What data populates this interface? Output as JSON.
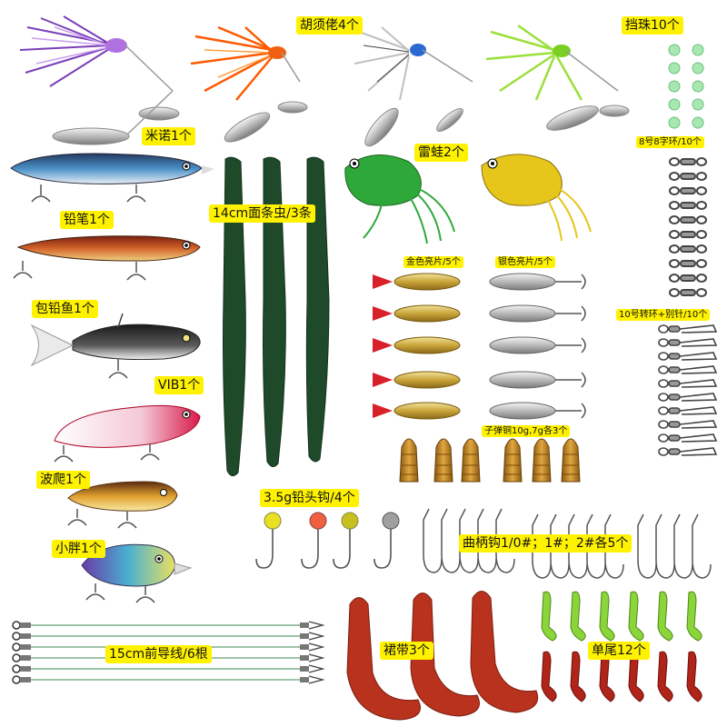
{
  "labels": {
    "spinnerbait": "胡须佬4个",
    "beads": "挡珠10个",
    "minnow": "米诺1个",
    "frog": "雷蛙2个",
    "swivel8": "8号8字环/10个",
    "worm": "14cm面条虫/3条",
    "pencil": "铅笔1个",
    "gold_spoon": "金色亮片/5个",
    "silver_spoon": "银色亮片/5个",
    "snap10": "10号转环+别针/10个",
    "softfish": "包铅鱼1个",
    "vib": "VIB1个",
    "bullet": "子弹铜10g,7g各3个",
    "popper": "波爬1个",
    "jighead": "3.5g铅头钩/4个",
    "crank": "小胖1个",
    "crankhook": "曲柄钩1/0#；1#；2#各5个",
    "leader": "15cm前导线/6根",
    "skirt": "裙带3个",
    "grub": "单尾12个"
  },
  "colors": {
    "label_bg": "#fff200",
    "worm": "#1f4a2a",
    "frog_green": "#2fa83a",
    "frog_yellow": "#e6c61a",
    "skirt_red": "#b8321e",
    "grub_green": "#8bd43a",
    "grub_red": "#b0241a"
  }
}
